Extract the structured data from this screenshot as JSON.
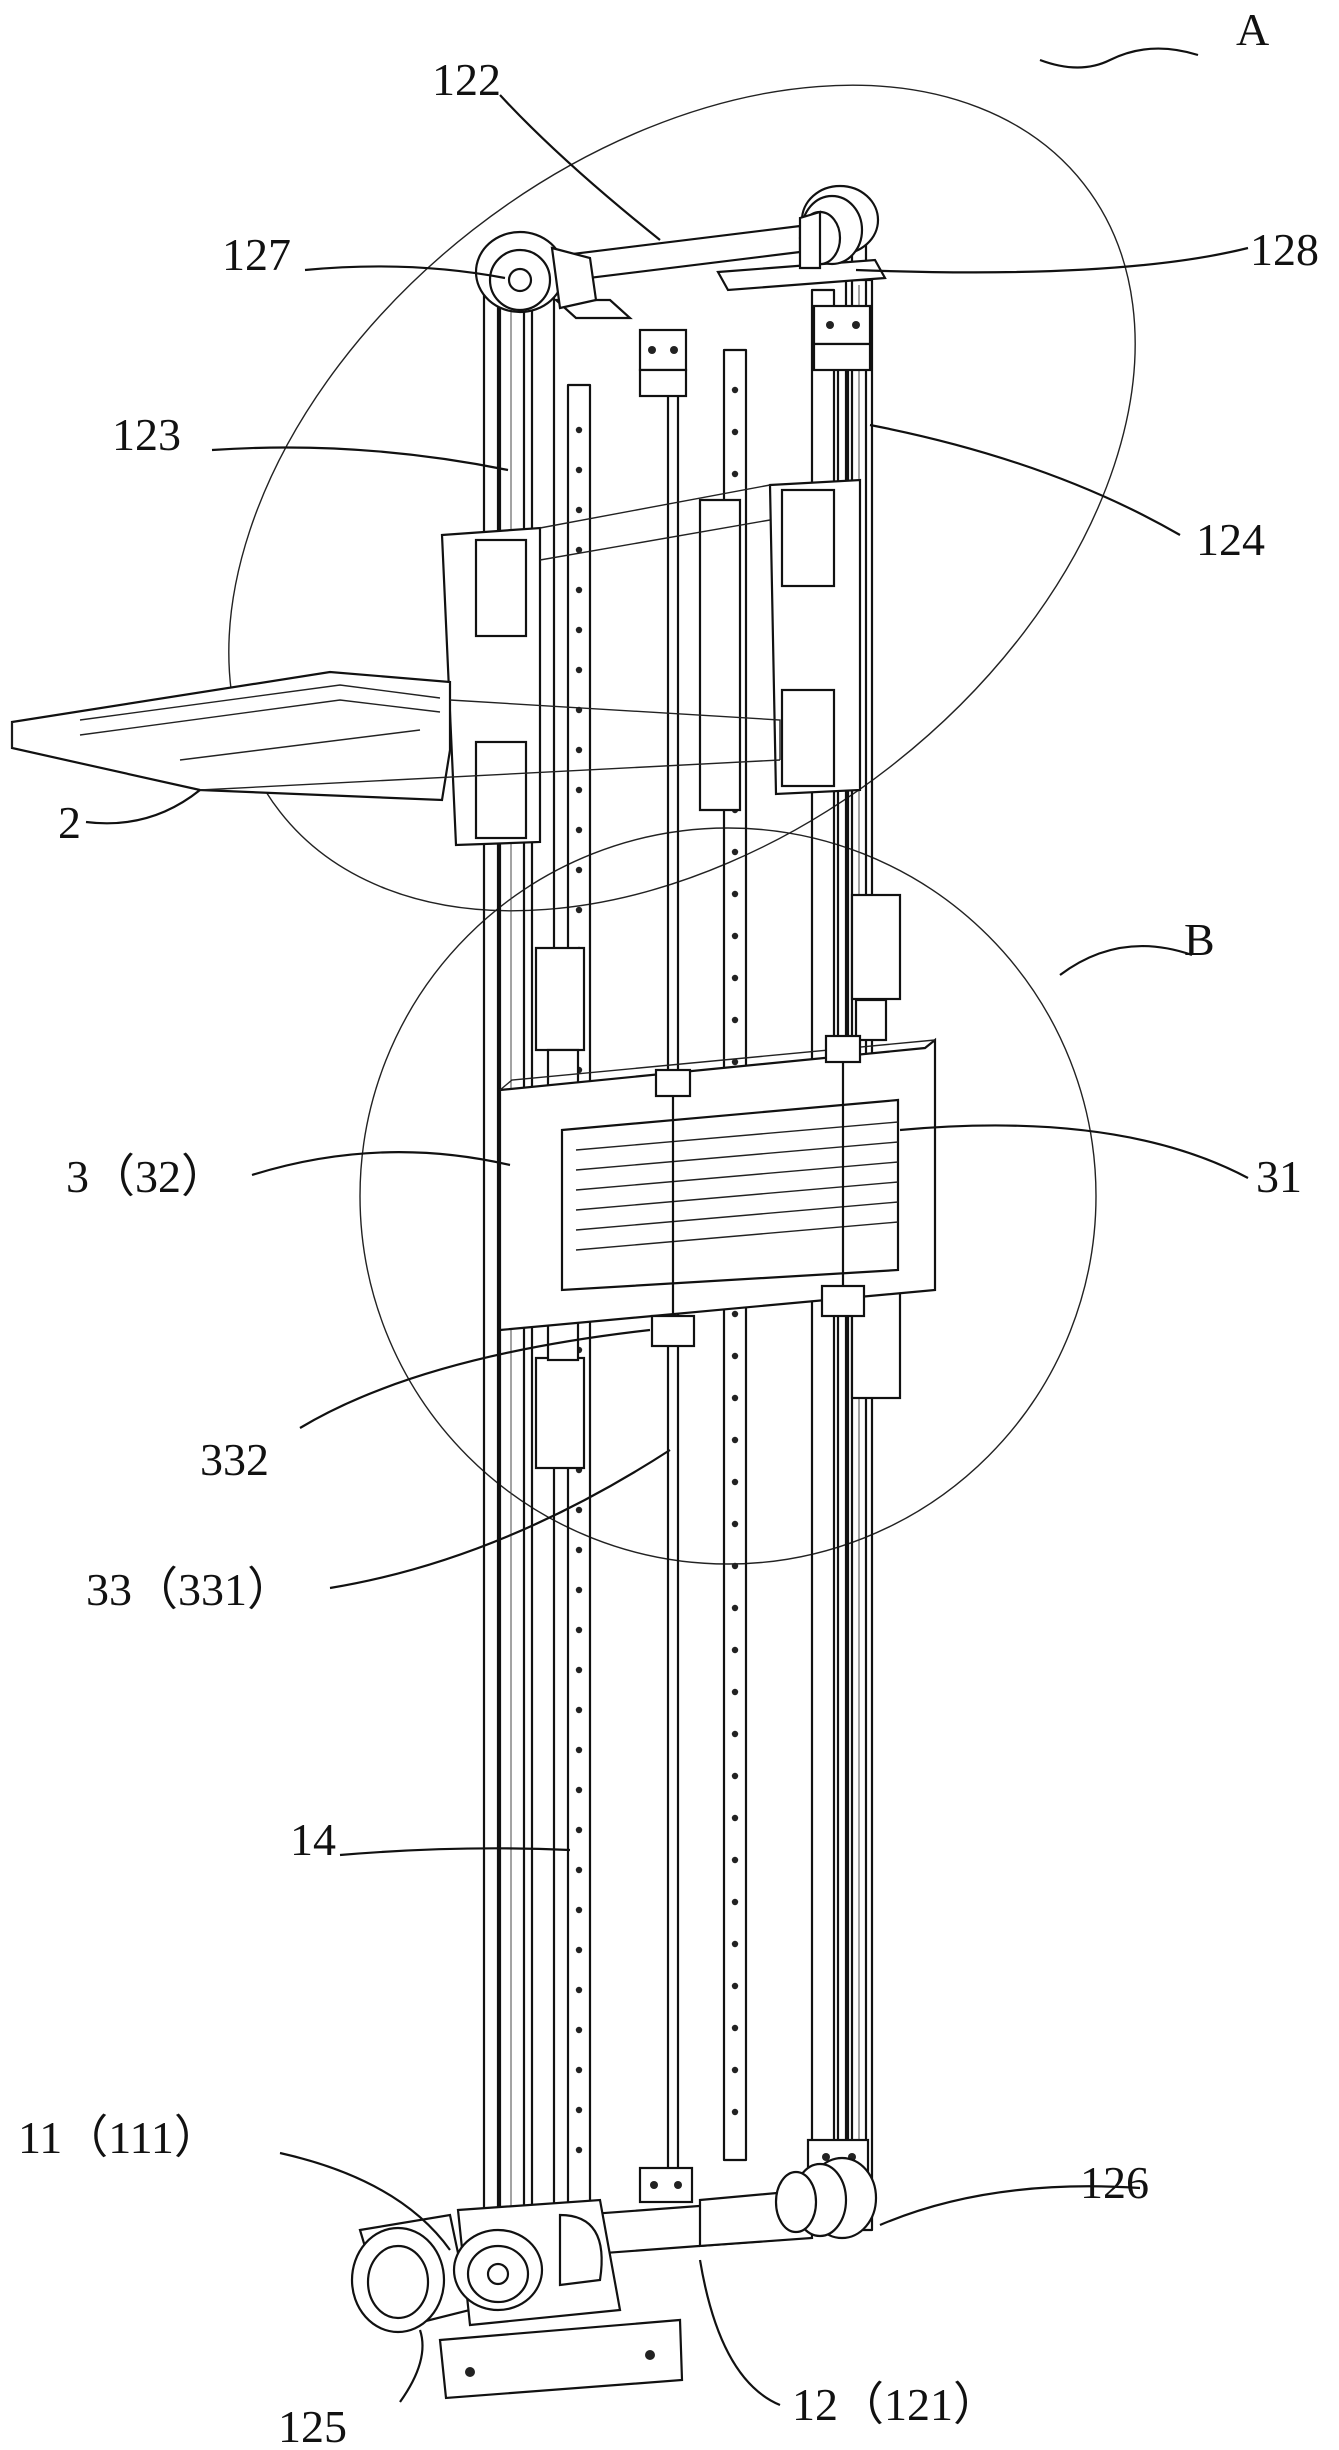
{
  "callouts": {
    "detail_a": "A",
    "detail_b": "B",
    "part_122": "122",
    "part_127": "127",
    "part_128": "128",
    "part_123": "123",
    "part_124": "124",
    "part_2": "2",
    "part_3_32": "3（32）",
    "part_31": "31",
    "part_332": "332",
    "part_33_331": "33（331）",
    "part_14": "14",
    "part_11_111": "11（111）",
    "part_126": "126",
    "part_125": "125",
    "part_12_121": "12（121）"
  }
}
